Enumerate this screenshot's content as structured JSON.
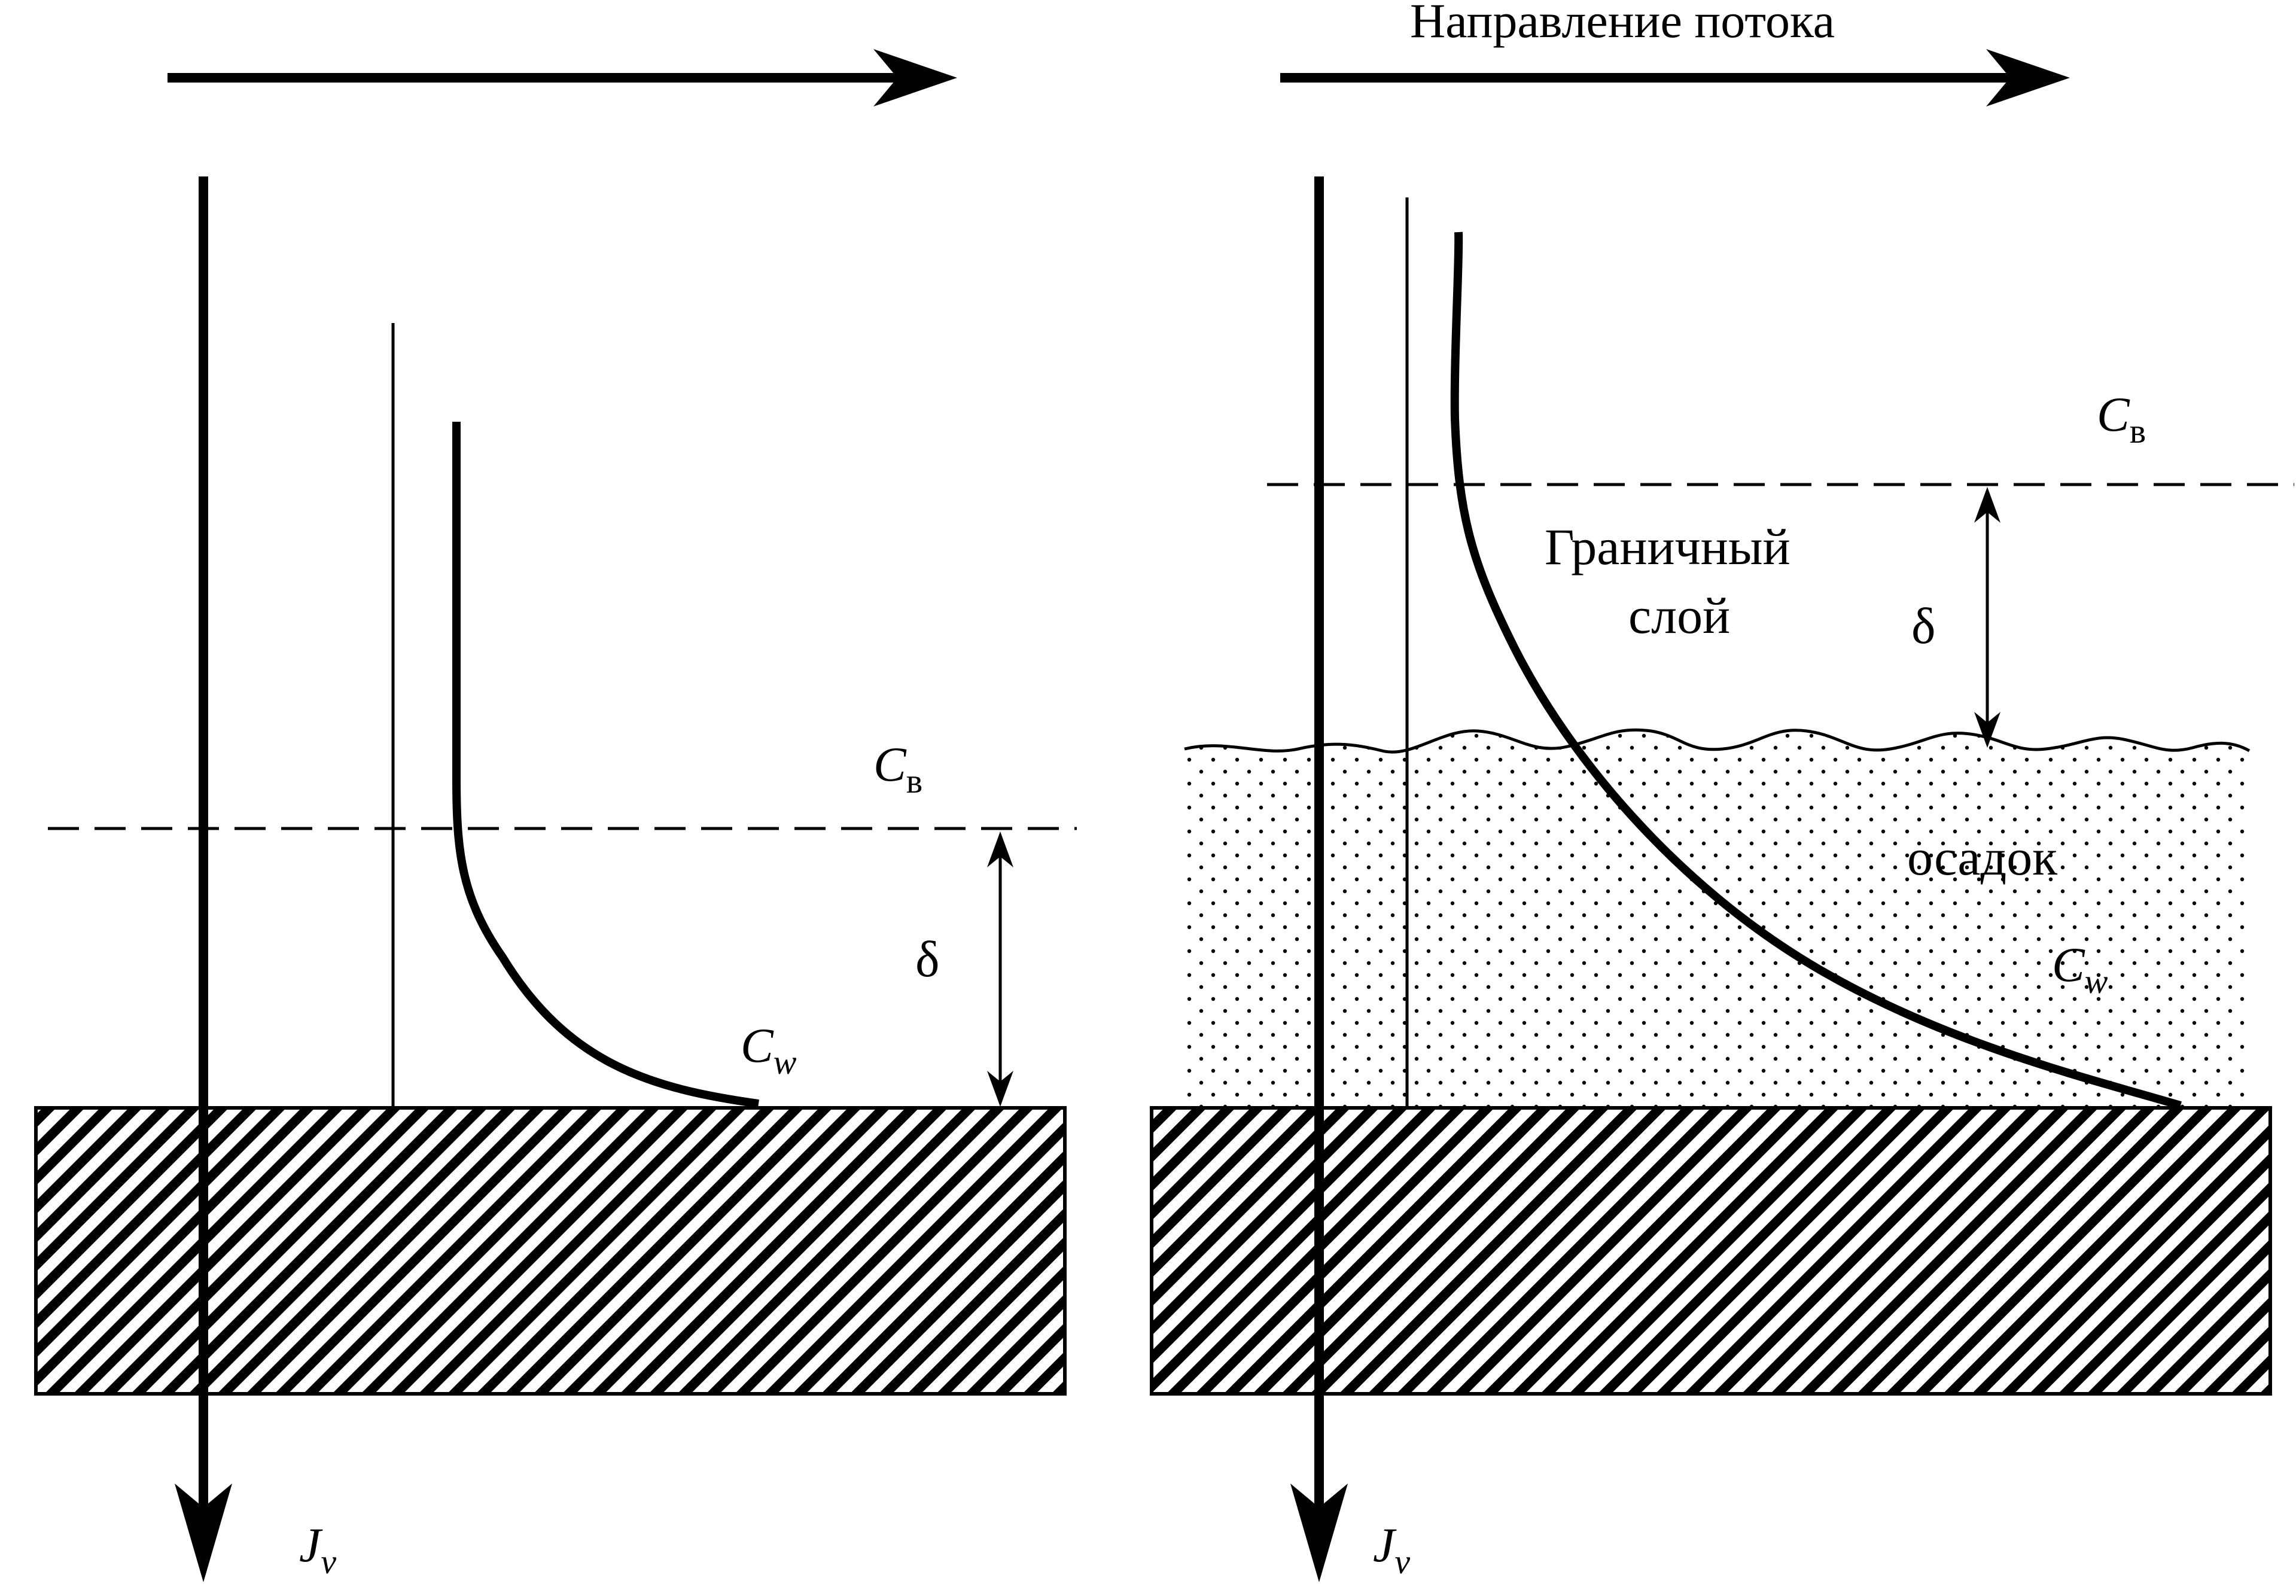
{
  "flow_direction_label": "Направление потока",
  "left_panel": {
    "bulk_concentration": {
      "symbol": "C",
      "subscript": "в"
    },
    "boundary_thickness": "δ",
    "wall_concentration": {
      "symbol": "C",
      "subscript": "w"
    },
    "flux": {
      "symbol": "J",
      "subscript": "v"
    }
  },
  "right_panel": {
    "bulk_concentration": {
      "symbol": "C",
      "subscript": "в"
    },
    "boundary_layer_label": {
      "line1": "Граничный",
      "line2": "слой"
    },
    "boundary_thickness": "δ",
    "deposit_label": "осадок",
    "wall_concentration": {
      "symbol": "C",
      "subscript": "w"
    },
    "flux": {
      "symbol": "J",
      "subscript": "v"
    }
  },
  "colors": {
    "ink": "#000000",
    "background": "#ffffff"
  }
}
